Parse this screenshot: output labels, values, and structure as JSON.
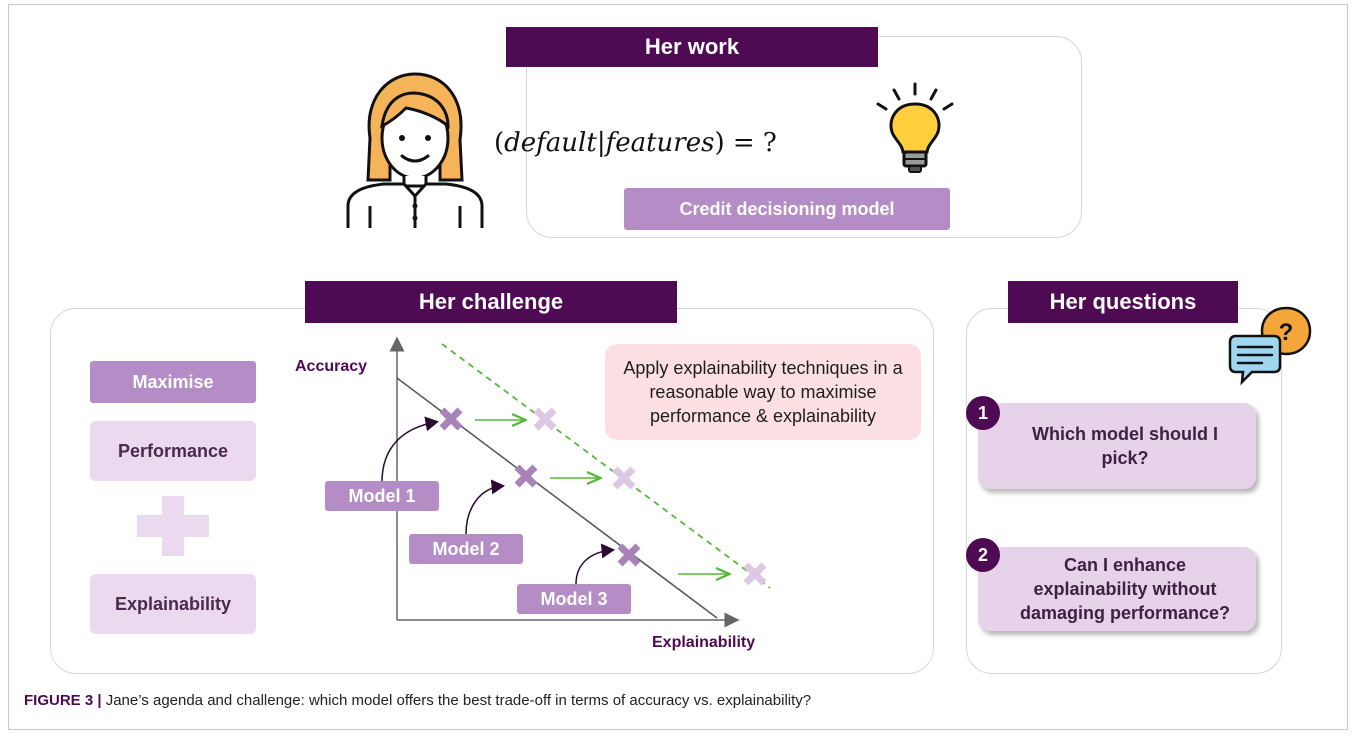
{
  "top": {
    "title": "Her work",
    "formula_parts": {
      "open": "(",
      "default": "default",
      "bar": "|",
      "features": "features",
      "close": ") = ?"
    },
    "model_label": "Credit decisioning model"
  },
  "challenge": {
    "title": "Her challenge",
    "maximise": "Maximise",
    "performance": "Performance",
    "explainability": "Explainability",
    "y_axis_label": "Accuracy",
    "x_axis_label": "Explainability",
    "note": "Apply explainability techniques in a reasonable way to maximise performance & explainability",
    "models": [
      "Model 1",
      "Model 2",
      "Model 3"
    ]
  },
  "questions": {
    "title": "Her questions",
    "items": [
      {
        "num": "1",
        "text": "Which model should I pick?"
      },
      {
        "num": "2",
        "text": "Can I enhance explainability without damaging performance?"
      }
    ]
  },
  "caption": {
    "label": "FIGURE 3 |",
    "text": " Jane’s agenda and challenge: which model offers the best trade-off in terms of accuracy vs. explainability?"
  },
  "colors": {
    "dark_purple": "#4e0b54",
    "mid_purple": "#b48cc6",
    "pale_purple": "#ead9ef",
    "pink_note": "#fbdfe3",
    "green_arrow": "#56b83a",
    "person_hair": "#f5b45a",
    "bulb": "#ffcf3d"
  },
  "icons": [
    "person-icon",
    "lightbulb-icon",
    "chat-question-icon",
    "plus-icon",
    "cross-marker-icon"
  ]
}
